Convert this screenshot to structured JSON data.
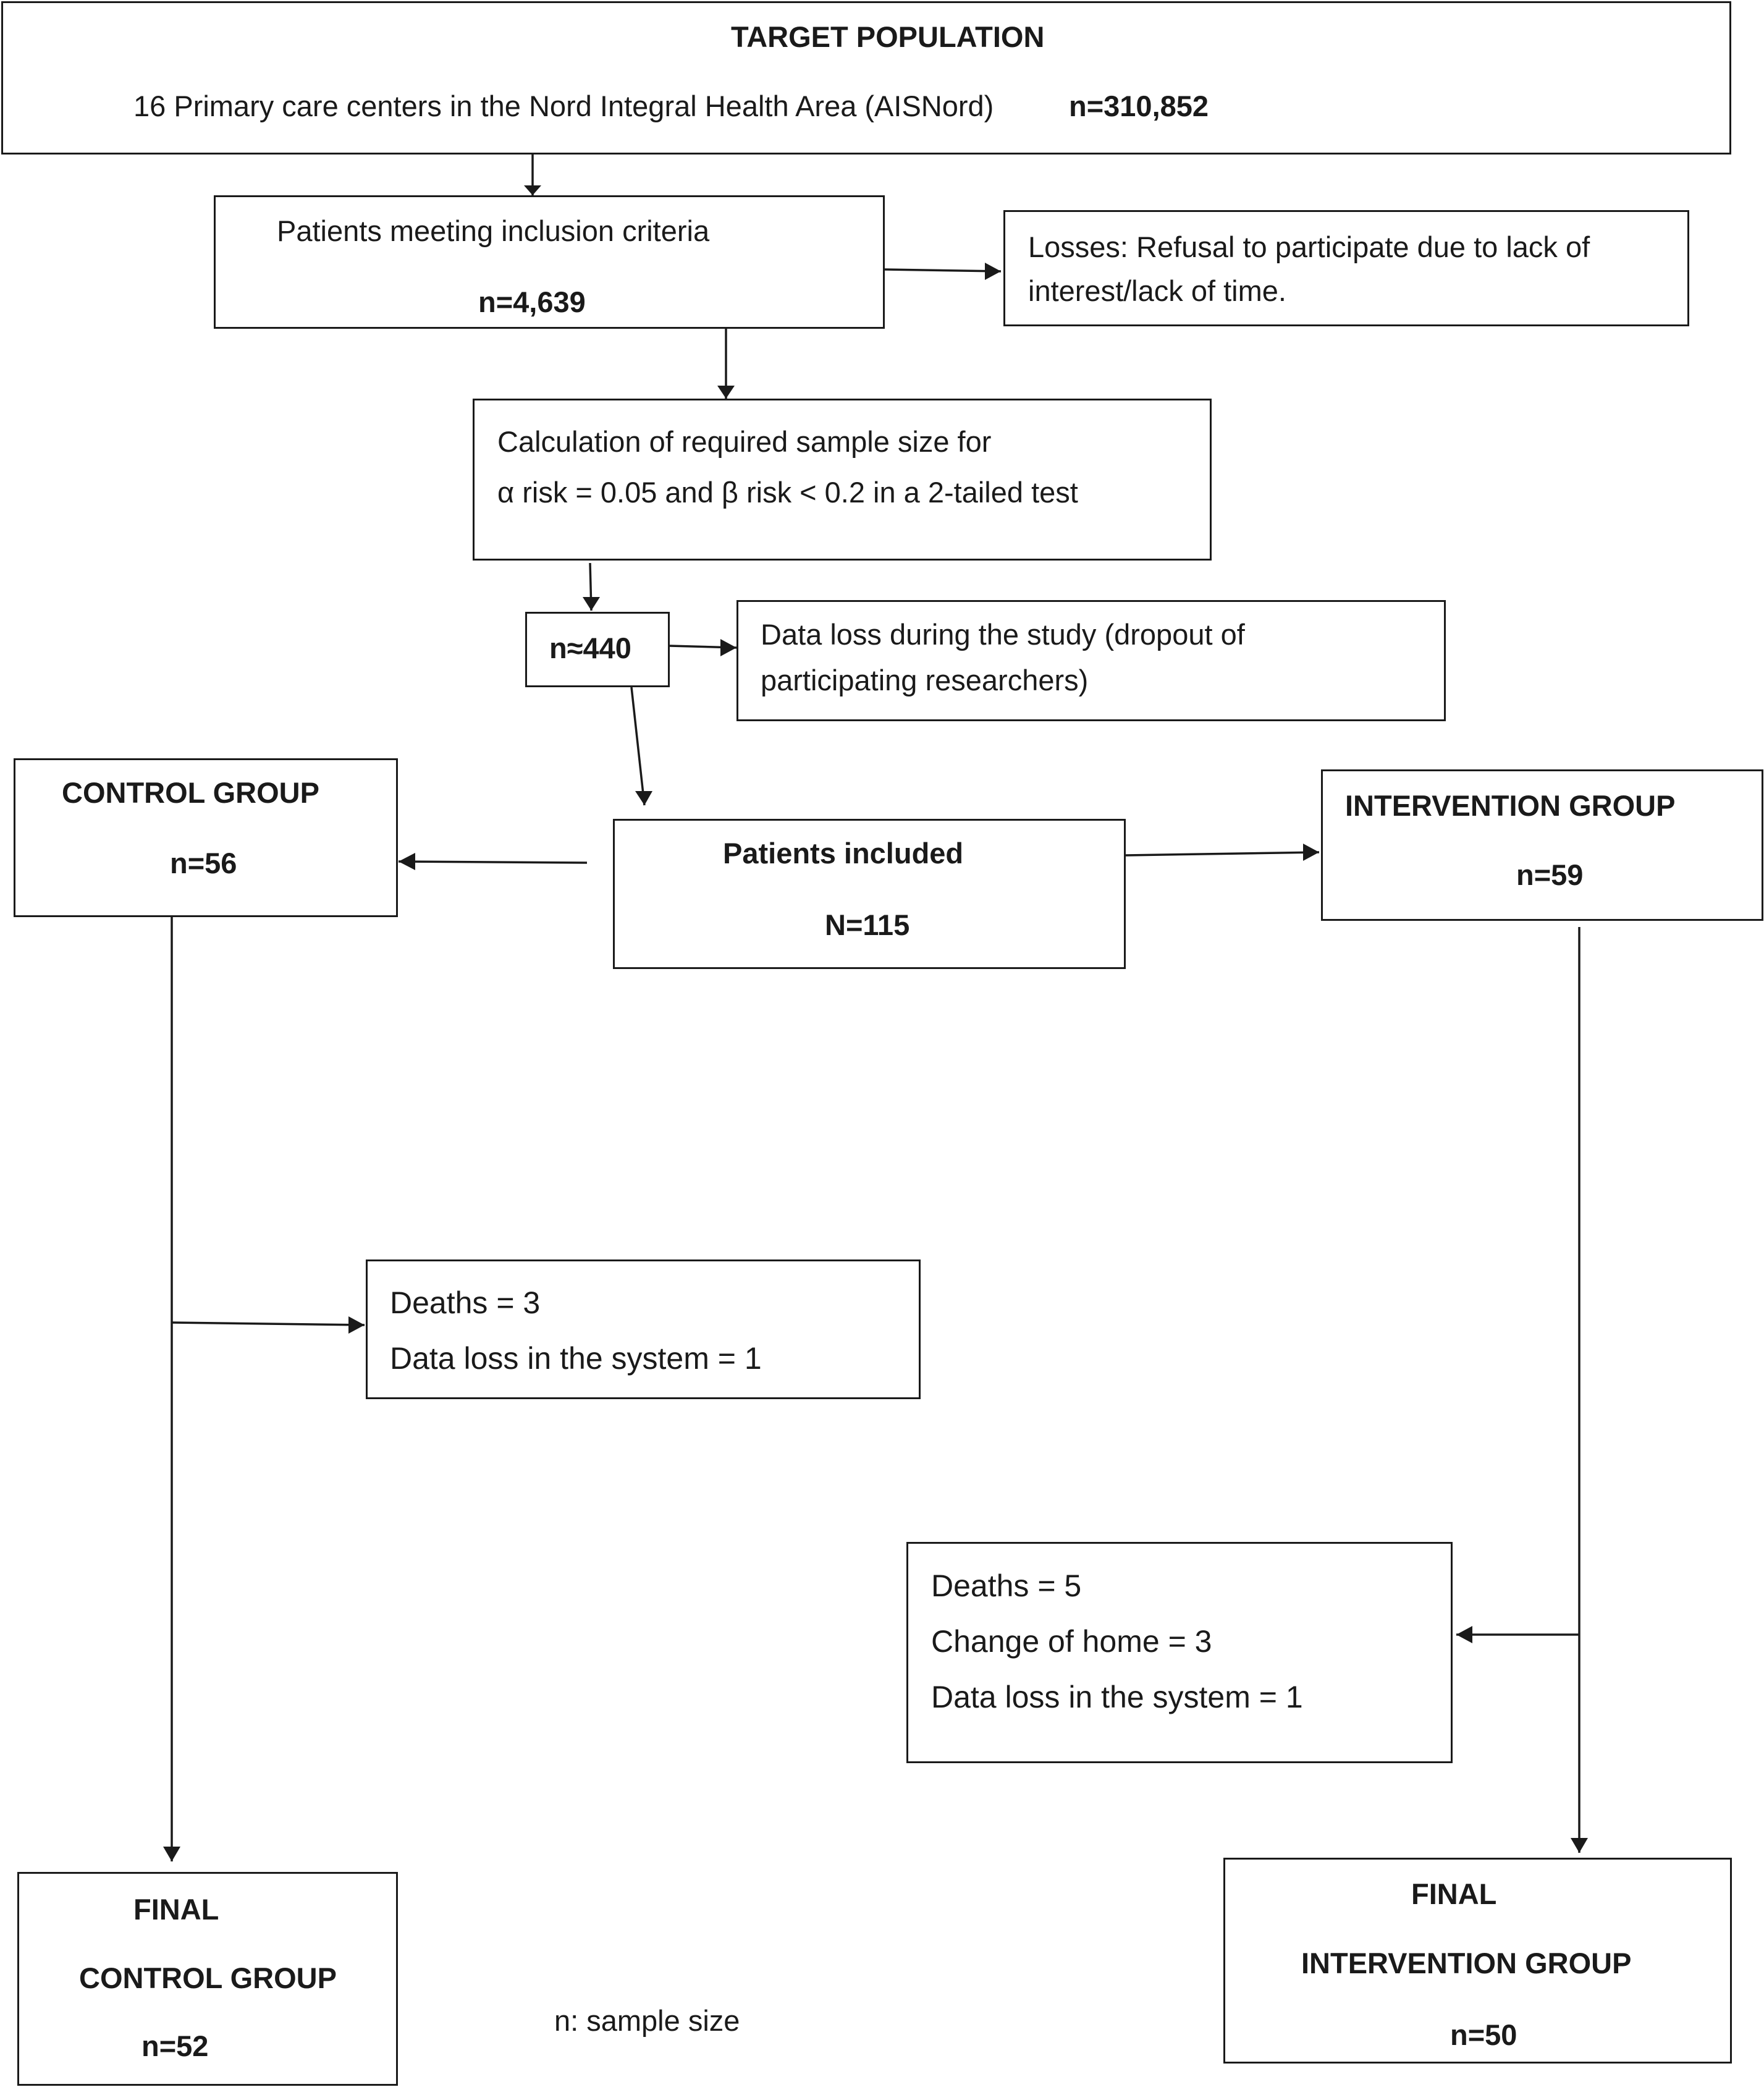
{
  "target_population": {
    "title": "TARGET POPULATION",
    "description": "16 Primary care centers in the Nord Integral Health Area (AISNord)",
    "count": "n=310,852"
  },
  "inclusion": {
    "label": "Patients meeting inclusion criteria",
    "count": "n=4,639"
  },
  "losses_refusal": {
    "line1": "Losses: Refusal to participate due to lack of",
    "line2": "interest/lack of time."
  },
  "sample_size_calc": {
    "line1": "Calculation of required sample size for",
    "line2": "α risk = 0.05 and β risk < 0.2 in a 2-tailed test"
  },
  "estimate": {
    "count": "n≈440"
  },
  "study_data_loss": {
    "line1": "Data loss during the study (dropout of",
    "line2": "participating researchers)"
  },
  "control_group": {
    "title": "CONTROL GROUP",
    "count": "n=56"
  },
  "patients_included": {
    "title": "Patients included",
    "count": "N=115"
  },
  "intervention_group": {
    "title": "INTERVENTION GROUP",
    "count": "n=59"
  },
  "control_losses": {
    "line1": "Deaths = 3",
    "line2": "Data loss in the system = 1"
  },
  "intervention_losses": {
    "line1": "Deaths = 5",
    "line2": "Change of home = 3",
    "line3": "Data loss in the system = 1"
  },
  "final_control": {
    "line1": "FINAL",
    "line2": "CONTROL GROUP",
    "count": "n=52"
  },
  "final_intervention": {
    "line1": "FINAL",
    "line2": "INTERVENTION GROUP",
    "count": "n=50"
  },
  "footnote": "n: sample size",
  "colors": {
    "line": "#1a1a1a",
    "background": "#ffffff"
  }
}
